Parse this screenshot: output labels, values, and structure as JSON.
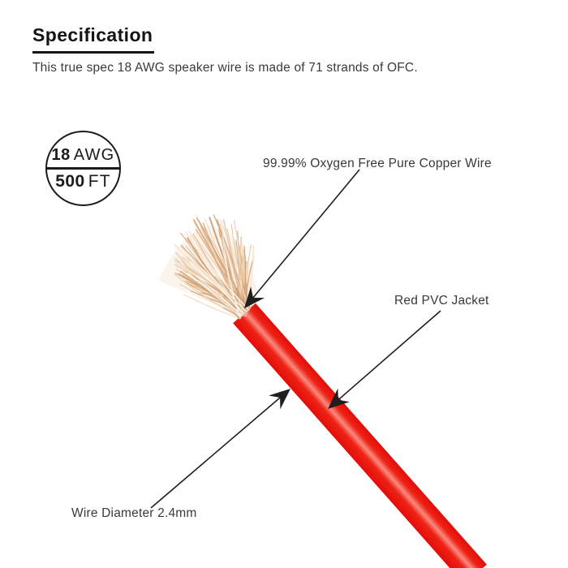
{
  "header": {
    "title": "Specification",
    "subtitle": "This true spec 18 AWG speaker wire is made of 71 strands of OFC."
  },
  "badge": {
    "awg_value": "18",
    "awg_unit": "AWG",
    "length_value": "500",
    "length_unit": "FT"
  },
  "callouts": {
    "copper": {
      "label": "99.99% Oxygen Free Pure Copper Wire"
    },
    "jacket": {
      "label": "Red PVC Jacket"
    },
    "diameter": {
      "label": "Wire Diameter 2.4mm"
    }
  },
  "colors": {
    "wire_red_edge": "#e30d09",
    "wire_red_mid": "#ee2316",
    "wire_highlight": "#fa8a7e",
    "line_black": "#1e1e1e",
    "text_dark": "#141414",
    "text_gray": "#3a3a3c",
    "strand_fill": "#f5e6d5",
    "strand_palette": [
      "#e5bd97",
      "#eed0b2",
      "#f4e0cb",
      "#dcae83",
      "#f8ebdc",
      "#e9c6a3",
      "#d8a87c",
      "#f1d7bd",
      "#cf9f74",
      "#c8996e"
    ]
  }
}
